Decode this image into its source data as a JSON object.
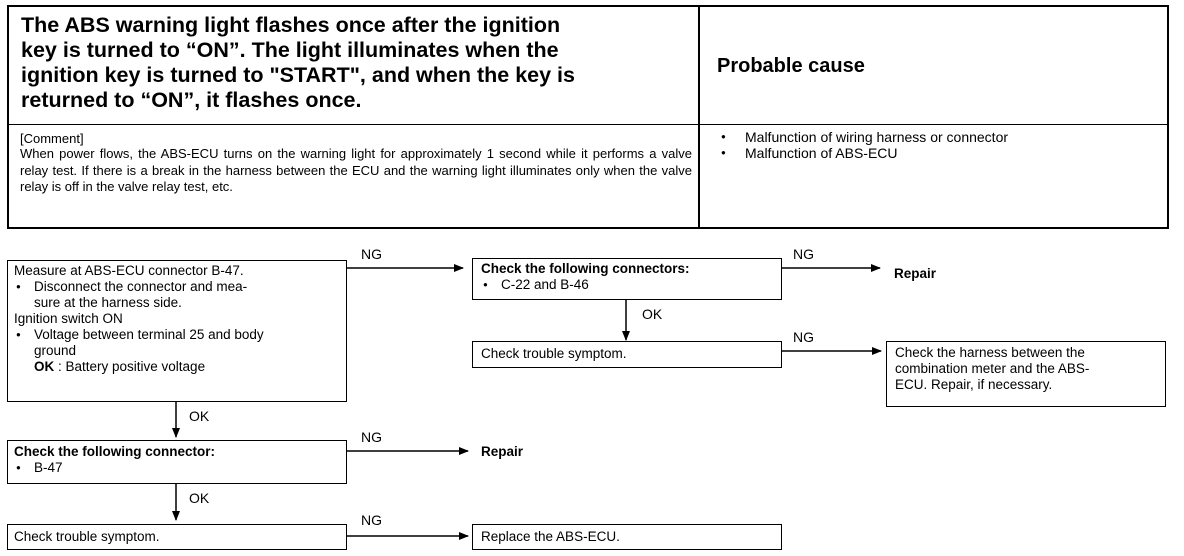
{
  "table": {
    "symptom": "The ABS warning light flashes once after the ignition\nkey is turned to “ON”.  The light illuminates when the\nignition key is turned to \"START\", and when the key is\nreturned to “ON”, it flashes once.",
    "cause_header": "Probable cause",
    "comment_label": "[Comment]",
    "comment_text": "When power flows, the ABS-ECU turns on the warning light for approximately 1 second while it performs a valve relay test.  If there is a break in the harness between the ECU and the warning light illuminates only when the valve relay is off in the valve relay test, etc.",
    "causes": [
      "Malfunction of wiring harness or connector",
      "Malfunction of ABS-ECU"
    ]
  },
  "flow": {
    "step1": {
      "title": "Measure at ABS-ECU connector B-47.",
      "bullet1_line1": "Disconnect the connector and mea-",
      "bullet1_line2": "sure at the harness side.",
      "ignition": "Ignition switch ON",
      "bullet2_line1": "Voltage between terminal 25 and body",
      "bullet2_line2": "ground",
      "ok_label": "OK",
      "ok_text": " : Battery positive voltage"
    },
    "step2": {
      "title": "Check the following connectors:",
      "item": "C-22 and B-46"
    },
    "step3": {
      "text": "Check trouble symptom."
    },
    "step4": {
      "line1": "Check the harness between the",
      "line2": "combination meter and the ABS-",
      "line3": "ECU. Repair, if necessary."
    },
    "step5": {
      "title": "Check the following connector:",
      "item": "B-47"
    },
    "step6": {
      "text": "Check trouble symptom."
    },
    "step7": {
      "text": "Replace the ABS-ECU."
    },
    "repair1": "Repair",
    "repair2": "Repair",
    "labels": {
      "ng": "NG",
      "ok": "OK"
    }
  }
}
